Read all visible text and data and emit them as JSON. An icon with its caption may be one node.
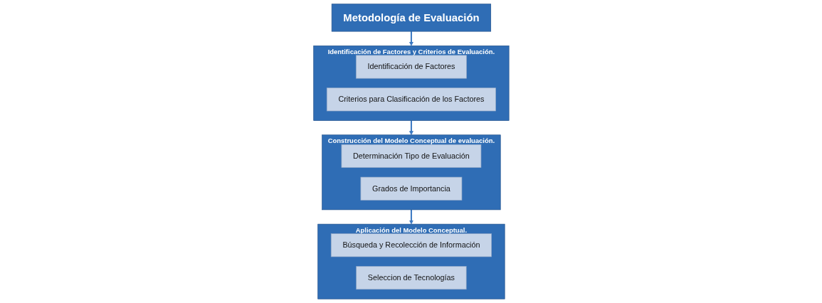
{
  "diagram": {
    "nodes": [
      {
        "text": [
          "Metodología de Evaluación"
        ]
      },
      {
        "text": [
          "Identificación de Factores y Criterios de Evaluación."
        ]
      },
      {
        "text": [
          "Identificación de Factores"
        ],
        "in": 1
      },
      {
        "text": [
          "Criterios para Clasificación de los Factores"
        ],
        "in": 1
      },
      {
        "text": [
          "Construcción del Modelo Conceptual de evaluación."
        ]
      },
      {
        "text": [
          "Determinación Tipo de Evaluación"
        ],
        "in": 4
      },
      {
        "text": [
          "Grados de Importancia"
        ],
        "in": 4
      },
      {
        "text": [
          "Aplicación del Modelo Conceptual."
        ]
      },
      {
        "text": [
          "Búsqueda y Recolección de Información"
        ],
        "in": 7
      },
      {
        "text": [
          "Seleccion de Tecnologías"
        ],
        "in": 7
      }
    ],
    "edges": [
      {
        "from": 0,
        "to": 1,
        "arrow": "to"
      },
      {
        "from": 1,
        "to": 4,
        "arrow": "to"
      },
      {
        "from": 4,
        "to": 7,
        "arrow": "to"
      }
    ]
  }
}
